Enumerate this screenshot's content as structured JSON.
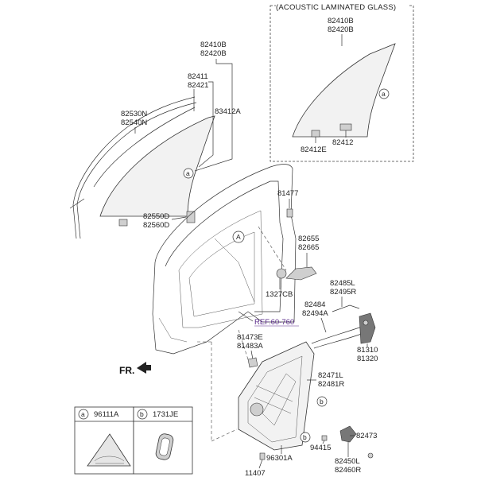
{
  "acoustic_box": {
    "title": "(ACOUSTIC LAMINATED GLASS)",
    "part_a": "82410B",
    "part_b": "82420B",
    "bracket_left": "82412E",
    "bracket_right": "82412",
    "callout": "a"
  },
  "labels": {
    "glass_a": "82410B",
    "glass_b": "82420B",
    "sash_a": "82411",
    "sash_b": "82421",
    "channel": "83412A",
    "weatherstrip_a": "82530N",
    "weatherstrip_b": "82540N",
    "stopper_a": "82550D",
    "stopper_b": "82560D",
    "bumper": "81477",
    "handle_a": "82655",
    "handle_b": "82665",
    "grommet": "1327CB",
    "rod_a": "82485L",
    "rod_b": "82495R",
    "cable_a": "82484",
    "cable_b": "82494A",
    "ref": "REF.60-760",
    "latch_a": "81310",
    "latch_b": "81320",
    "striker_a": "81473E",
    "striker_b": "81483A",
    "regulator_a": "82471L",
    "regulator_b": "82481R",
    "motor": "82473",
    "bolt": "94415",
    "clip": "96301A",
    "screw": "11407",
    "motor_assy_a": "82450L",
    "motor_assy_b": "82460R",
    "front_marker": "FR.",
    "callout_a": "a",
    "callout_b": "b",
    "door_callout": "A"
  },
  "legend": {
    "a_letter": "a",
    "a_part": "96111A",
    "b_letter": "b",
    "b_part": "1731JE"
  }
}
